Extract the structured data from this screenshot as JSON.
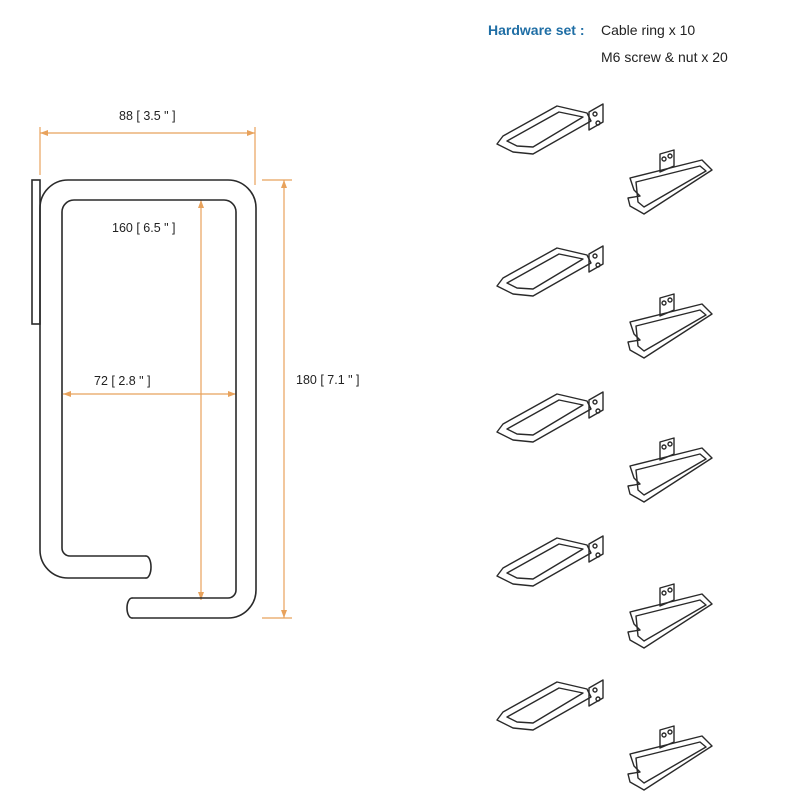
{
  "hardware": {
    "title": "Hardware set :",
    "item1": "Cable ring  x 10",
    "item2": "M6 screw & nut  x 20"
  },
  "dimensions": {
    "width": "88  [ 3.5 \" ]",
    "inner_height": "160  [ 6.5 \" ]",
    "inner_width": "72  [ 2.8 \" ]",
    "overall_height": "180  [ 7.1 \" ]"
  },
  "colors": {
    "dimension_line": "#e8a25c",
    "outline": "#2a2a2a",
    "title": "#1f6ea5"
  },
  "rings": {
    "count": 10
  }
}
